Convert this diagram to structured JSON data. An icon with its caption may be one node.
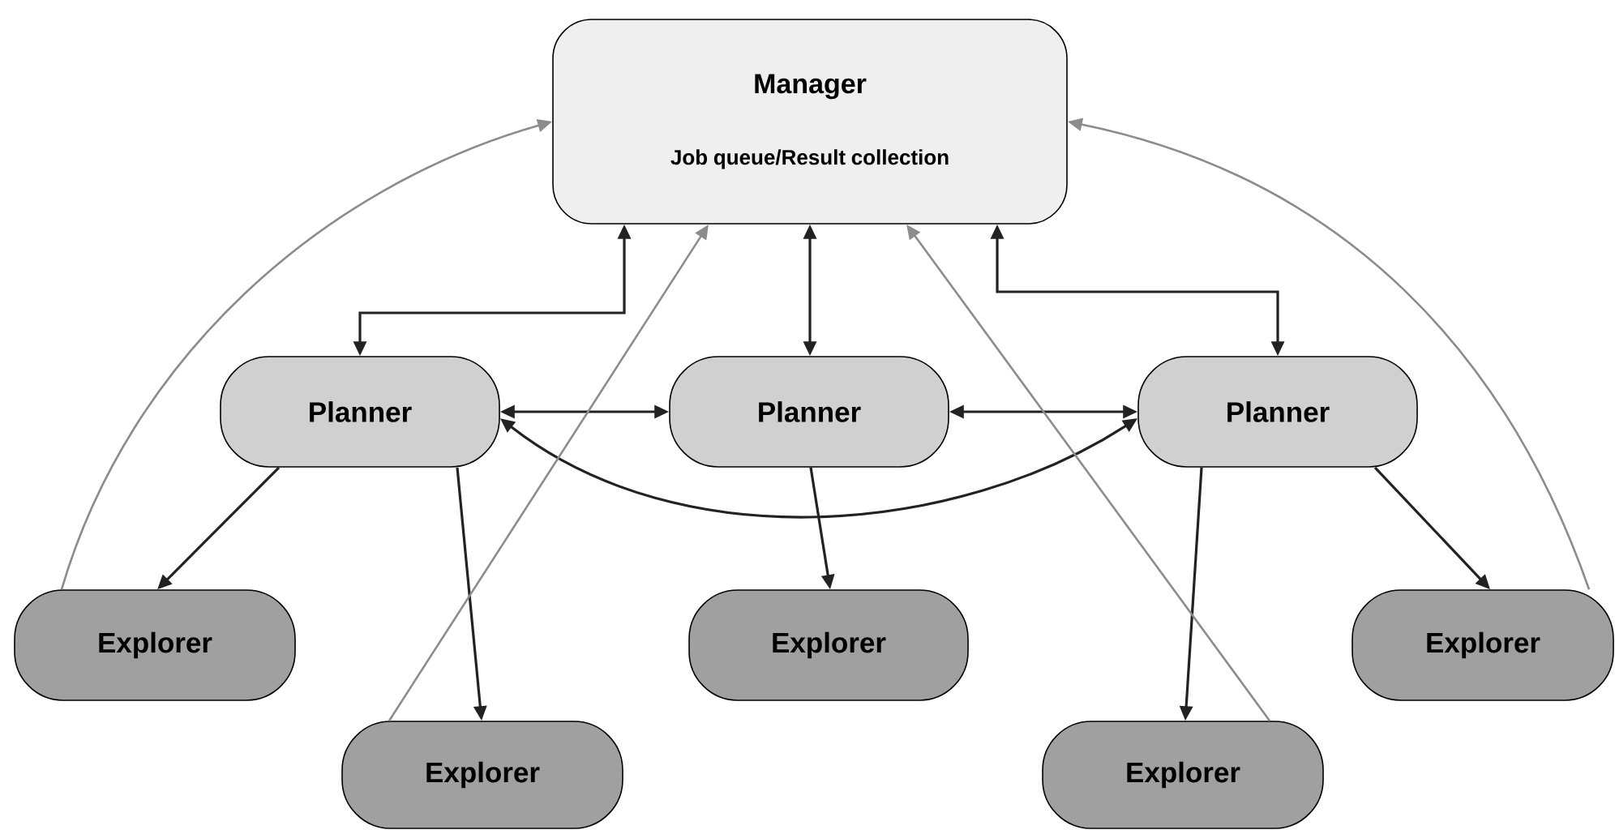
{
  "diagram": {
    "nodes": [
      {
        "text": [
          "Manager",
          "Job queue/Result collection"
        ]
      },
      {
        "text": [
          "Planner"
        ]
      },
      {
        "text": [
          "Planner"
        ]
      },
      {
        "text": [
          "Planner"
        ]
      },
      {
        "text": [
          "Explorer"
        ]
      },
      {
        "text": [
          "Explorer"
        ]
      },
      {
        "text": [
          "Explorer"
        ]
      },
      {
        "text": [
          "Explorer"
        ]
      },
      {
        "text": [
          "Explorer"
        ]
      }
    ],
    "edges": [
      {
        "from": 0,
        "to": 1,
        "arrow": "both"
      },
      {
        "from": 0,
        "to": 2,
        "arrow": "both"
      },
      {
        "from": 0,
        "to": 3,
        "arrow": "both"
      },
      {
        "from": 1,
        "to": 2,
        "arrow": "both"
      },
      {
        "from": 2,
        "to": 3,
        "arrow": "both"
      },
      {
        "from": 1,
        "to": 3,
        "arrow": "both"
      },
      {
        "from": 1,
        "to": 4,
        "arrow": "to"
      },
      {
        "from": 1,
        "to": 5,
        "arrow": "to"
      },
      {
        "from": 2,
        "to": 6,
        "arrow": "to"
      },
      {
        "from": 3,
        "to": 7,
        "arrow": "to"
      },
      {
        "from": 3,
        "to": 8,
        "arrow": "to"
      },
      {
        "from": 4,
        "to": 0,
        "arrow": "to",
        "color": "#8c8c8c"
      },
      {
        "from": 5,
        "to": 0,
        "arrow": "to",
        "color": "#8c8c8c"
      },
      {
        "from": 7,
        "to": 0,
        "arrow": "to",
        "color": "#8c8c8c"
      },
      {
        "from": 8,
        "to": 0,
        "arrow": "to",
        "color": "#8c8c8c"
      }
    ]
  }
}
